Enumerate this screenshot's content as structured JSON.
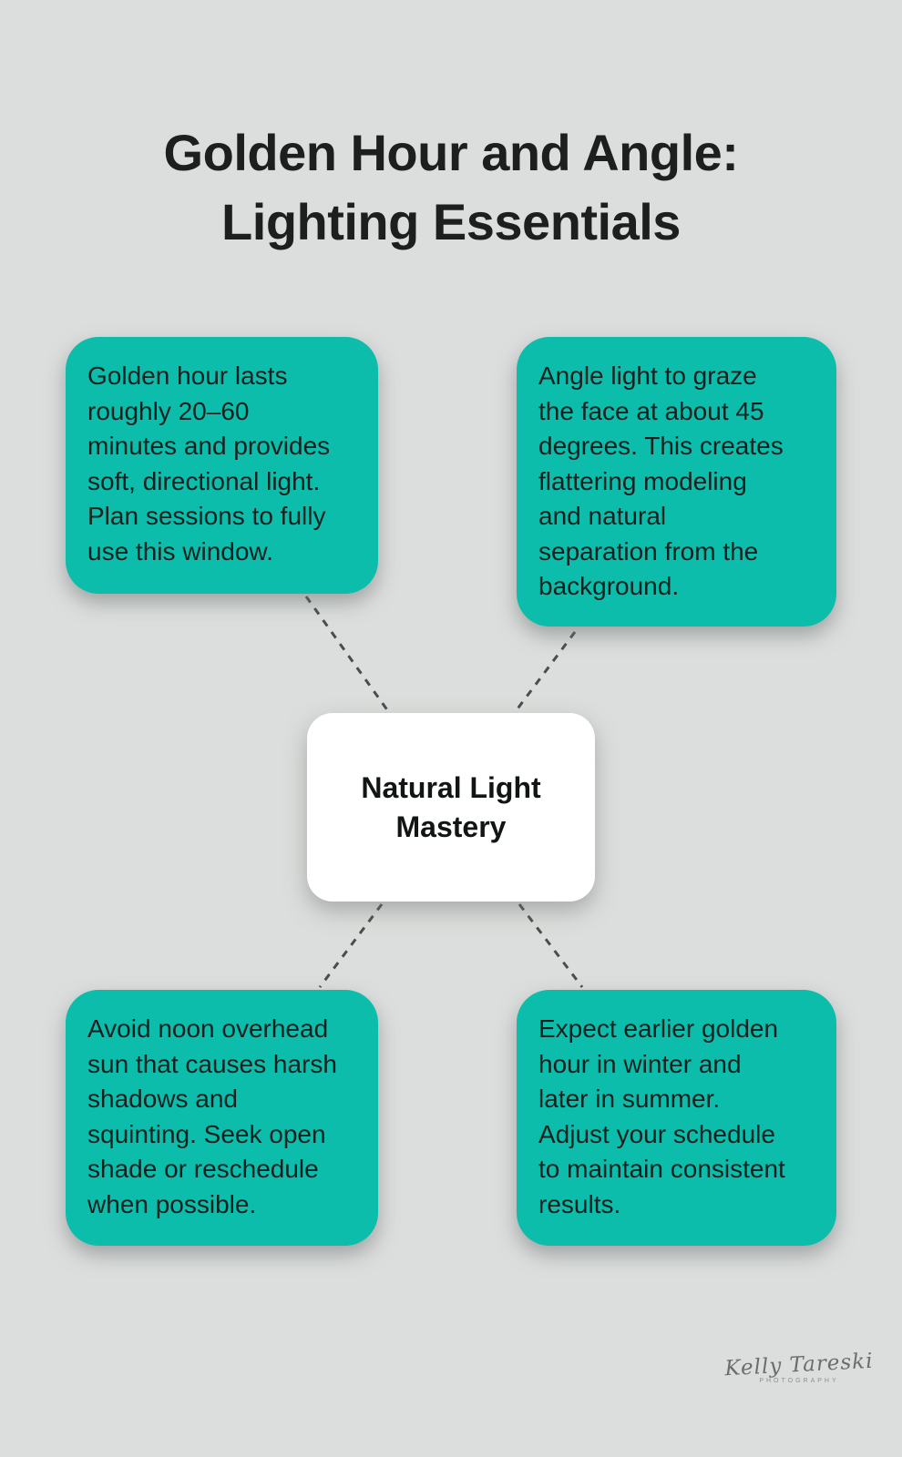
{
  "title": "Golden Hour and Angle:\nLighting Essentials",
  "center_node": {
    "label": "Natural Light\nMastery"
  },
  "nodes": [
    {
      "id": "top-left",
      "text": "Golden hour lasts\nroughly 20–60\nminutes and provides\nsoft, directional light.\nPlan sessions to fully\nuse this window."
    },
    {
      "id": "top-right",
      "text": "Angle light to graze\nthe face at about 45\ndegrees. This creates\nflattering modeling\nand natural\nseparation from the\nbackground."
    },
    {
      "id": "bottom-left",
      "text": "Avoid noon overhead\nsun that causes harsh\nshadows and\nsquinting. Seek open\nshade or reschedule\nwhen possible."
    },
    {
      "id": "bottom-right",
      "text": "Expect earlier golden\nhour in winter and\nlater in summer.\nAdjust your schedule\nto maintain consistent\nresults."
    }
  ],
  "signature": {
    "name": "Kelly Tareski",
    "subtitle": "PHOTOGRAPHY"
  },
  "colors": {
    "background": "#dcdedd",
    "node_background": "#0cbdac",
    "center_background": "#ffffff",
    "connector": "#4c4c4c",
    "title_text": "#1d1f1e",
    "node_text": "#14211e"
  }
}
